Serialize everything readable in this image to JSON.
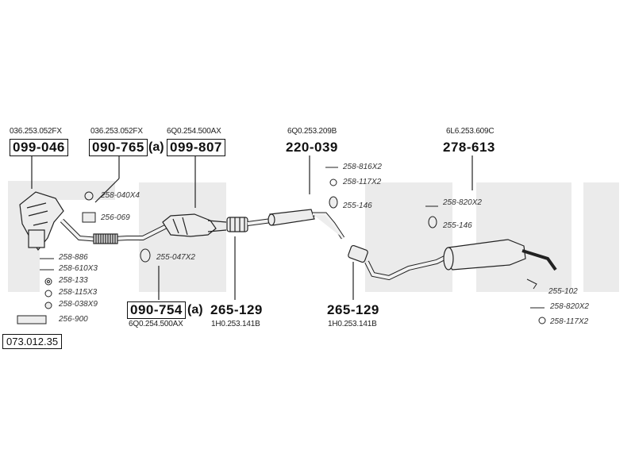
{
  "colors": {
    "line": "#222222",
    "watermark": "#ebebeb",
    "part_fill": "#ededed"
  },
  "catalog_number": "073.012.35",
  "parts": [
    {
      "id": "p1",
      "code": "099-046",
      "ref": "036.253.052FX",
      "boxed": true,
      "suffix": ""
    },
    {
      "id": "p2",
      "code": "090-765",
      "ref": "036.253.052FX",
      "boxed": true,
      "suffix": "(a)"
    },
    {
      "id": "p3",
      "code": "099-807",
      "ref": "6Q0.254.500AX",
      "boxed": true,
      "suffix": ""
    },
    {
      "id": "p4",
      "code": "220-039",
      "ref": "6Q0.253.209B",
      "boxed": false,
      "suffix": ""
    },
    {
      "id": "p5",
      "code": "278-613",
      "ref": "6L6.253.609C",
      "boxed": false,
      "suffix": ""
    },
    {
      "id": "p6",
      "code": "090-754",
      "ref": "6Q0.254.500AX",
      "boxed": true,
      "suffix": "(a)"
    },
    {
      "id": "p7",
      "code": "265-129",
      "ref": "1H0.253.141B",
      "boxed": false,
      "suffix": ""
    },
    {
      "id": "p8",
      "code": "265-129",
      "ref": "1H0.253.141B",
      "boxed": false,
      "suffix": ""
    }
  ],
  "accessories": [
    {
      "id": "a1",
      "label": "258-040X4",
      "icon": "nut-icon"
    },
    {
      "id": "a2",
      "label": "256-069",
      "icon": "gasket-icon"
    },
    {
      "id": "a3",
      "label": "255-047X2",
      "icon": "rubber-mount-icon"
    },
    {
      "id": "a4",
      "label": "258-886",
      "icon": "bolt-icon"
    },
    {
      "id": "a5",
      "label": "258-610X3",
      "icon": "bolt-icon"
    },
    {
      "id": "a6",
      "label": "258-133",
      "icon": "washer-icon"
    },
    {
      "id": "a7",
      "label": "258-115X3",
      "icon": "ring-icon"
    },
    {
      "id": "a8",
      "label": "258-038X9",
      "icon": "nut-icon"
    },
    {
      "id": "a9",
      "label": "256-900",
      "icon": "gasket-set-icon"
    },
    {
      "id": "a10",
      "label": "258-816X2",
      "icon": "bolt-icon"
    },
    {
      "id": "a11",
      "label": "258-117X2",
      "icon": "ring-icon"
    },
    {
      "id": "a12",
      "label": "255-146",
      "icon": "rubber-mount-icon"
    },
    {
      "id": "a13",
      "label": "258-820X2",
      "icon": "bolt-icon"
    },
    {
      "id": "a14",
      "label": "255-146",
      "icon": "rubber-mount-icon"
    },
    {
      "id": "a15",
      "label": "255-102",
      "icon": "clamp-icon"
    },
    {
      "id": "a16",
      "label": "258-820X2",
      "icon": "bolt-icon"
    },
    {
      "id": "a17",
      "label": "258-117X2",
      "icon": "ring-icon"
    }
  ]
}
